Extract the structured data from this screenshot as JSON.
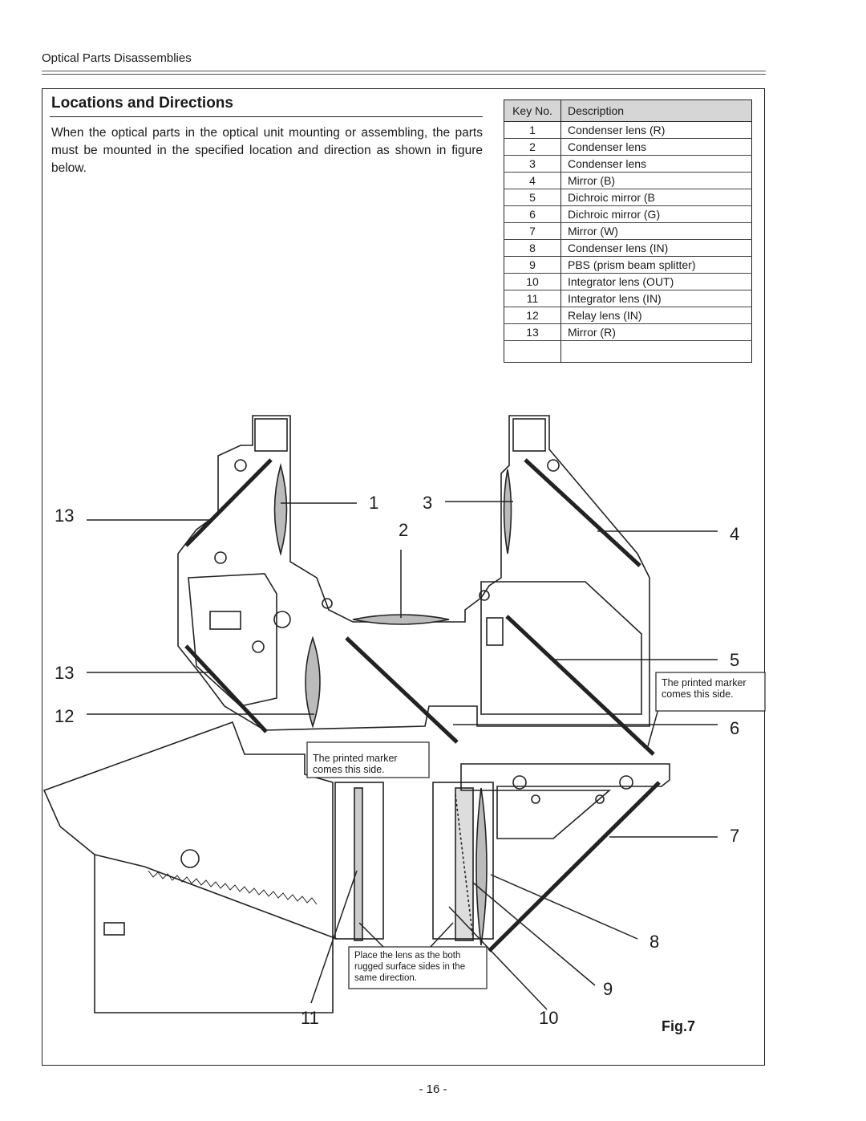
{
  "header": {
    "section": "Optical Parts Disassemblies"
  },
  "title": "Locations and Directions",
  "intro": "When the optical parts in the optical unit mounting or assembling, the parts must be mounted in the specified location and direction as shown in figure below.",
  "table": {
    "headers": [
      "Key No.",
      "Description"
    ],
    "rows": [
      {
        "key": "1",
        "desc": "Condenser lens (R)"
      },
      {
        "key": "2",
        "desc": "Condenser lens"
      },
      {
        "key": "3",
        "desc": "Condenser lens"
      },
      {
        "key": "4",
        "desc": "Mirror (B)"
      },
      {
        "key": "5",
        "desc": "Dichroic mirror (B"
      },
      {
        "key": "6",
        "desc": "Dichroic mirror (G)"
      },
      {
        "key": "7",
        "desc": "Mirror (W)"
      },
      {
        "key": "8",
        "desc": "Condenser lens (IN)"
      },
      {
        "key": "9",
        "desc": "PBS (prism beam splitter)"
      },
      {
        "key": "10",
        "desc": "Integrator lens (OUT)"
      },
      {
        "key": "11",
        "desc": "Integrator lens (IN)"
      },
      {
        "key": "12",
        "desc": "Relay lens (IN)"
      },
      {
        "key": "13",
        "desc": "Mirror (R)"
      },
      {
        "key": "",
        "desc": ""
      }
    ]
  },
  "figure": {
    "callouts": {
      "c1": "1",
      "c2": "2",
      "c3": "3",
      "c4": "4",
      "c5": "5",
      "c6": "6",
      "c7": "7",
      "c8": "8",
      "c9": "9",
      "c10": "10",
      "c11": "11",
      "c12": "12",
      "c13a": "13",
      "c13b": "13"
    },
    "notes": {
      "marker_right_1": "The printed marker",
      "marker_right_2": "comes this side.",
      "marker_left_1": "The printed marker",
      "marker_left_2": "comes this side.",
      "lens_1": "Place the lens as the both",
      "lens_2": "rugged surface sides in the",
      "lens_3": "same direction."
    },
    "label": "Fig.7"
  },
  "page_number": "- 16 -"
}
